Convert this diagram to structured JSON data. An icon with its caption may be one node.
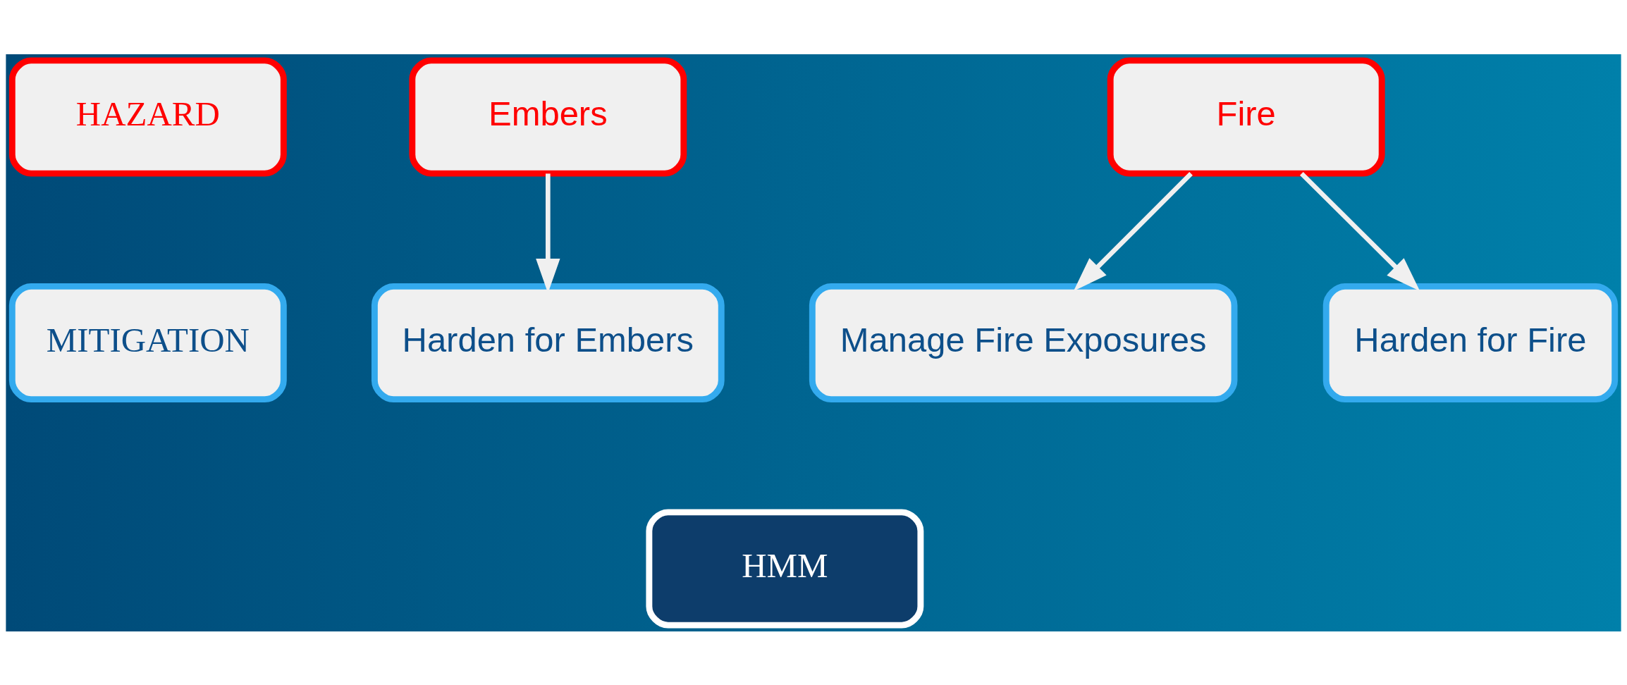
{
  "diagram": {
    "nodes": [
      {
        "text": [
          "HAZARD"
        ]
      },
      {
        "text": [
          "Embers"
        ]
      },
      {
        "text": [
          "Fire"
        ]
      },
      {
        "text": [
          "MITIGATION"
        ]
      },
      {
        "text": [
          "Harden for Embers"
        ]
      },
      {
        "text": [
          "Manage Fire Exposures"
        ]
      },
      {
        "text": [
          "Harden for Fire"
        ]
      },
      {
        "text": [
          "HMM"
        ]
      }
    ],
    "edges": [
      {
        "from": 1,
        "to": 4,
        "arrow": "to"
      },
      {
        "from": 2,
        "to": 5,
        "arrow": "to"
      },
      {
        "from": 2,
        "to": 6,
        "arrow": "to"
      }
    ]
  }
}
